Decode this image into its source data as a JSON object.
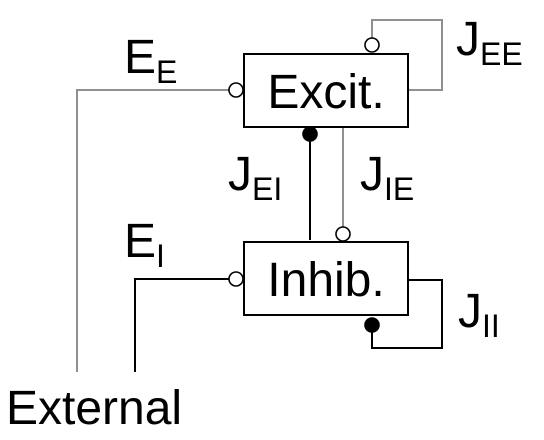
{
  "nodes": {
    "excitatory": {
      "label": "Excit."
    },
    "inhibitory": {
      "label": "Inhib."
    }
  },
  "inputs": {
    "external_label": "External",
    "e_excit": {
      "main": "E",
      "sub": "E"
    },
    "e_inhib": {
      "main": "E",
      "sub": "I"
    }
  },
  "couplings": {
    "j_ee": {
      "main": "J",
      "sub": "EE"
    },
    "j_ei": {
      "main": "J",
      "sub": "EI"
    },
    "j_ie": {
      "main": "J",
      "sub": "IE"
    },
    "j_ii": {
      "main": "J",
      "sub": "II"
    }
  },
  "colors": {
    "excitatory_wire": "#909090",
    "inhibitory_wire": "#000000",
    "box_border": "#000000"
  }
}
